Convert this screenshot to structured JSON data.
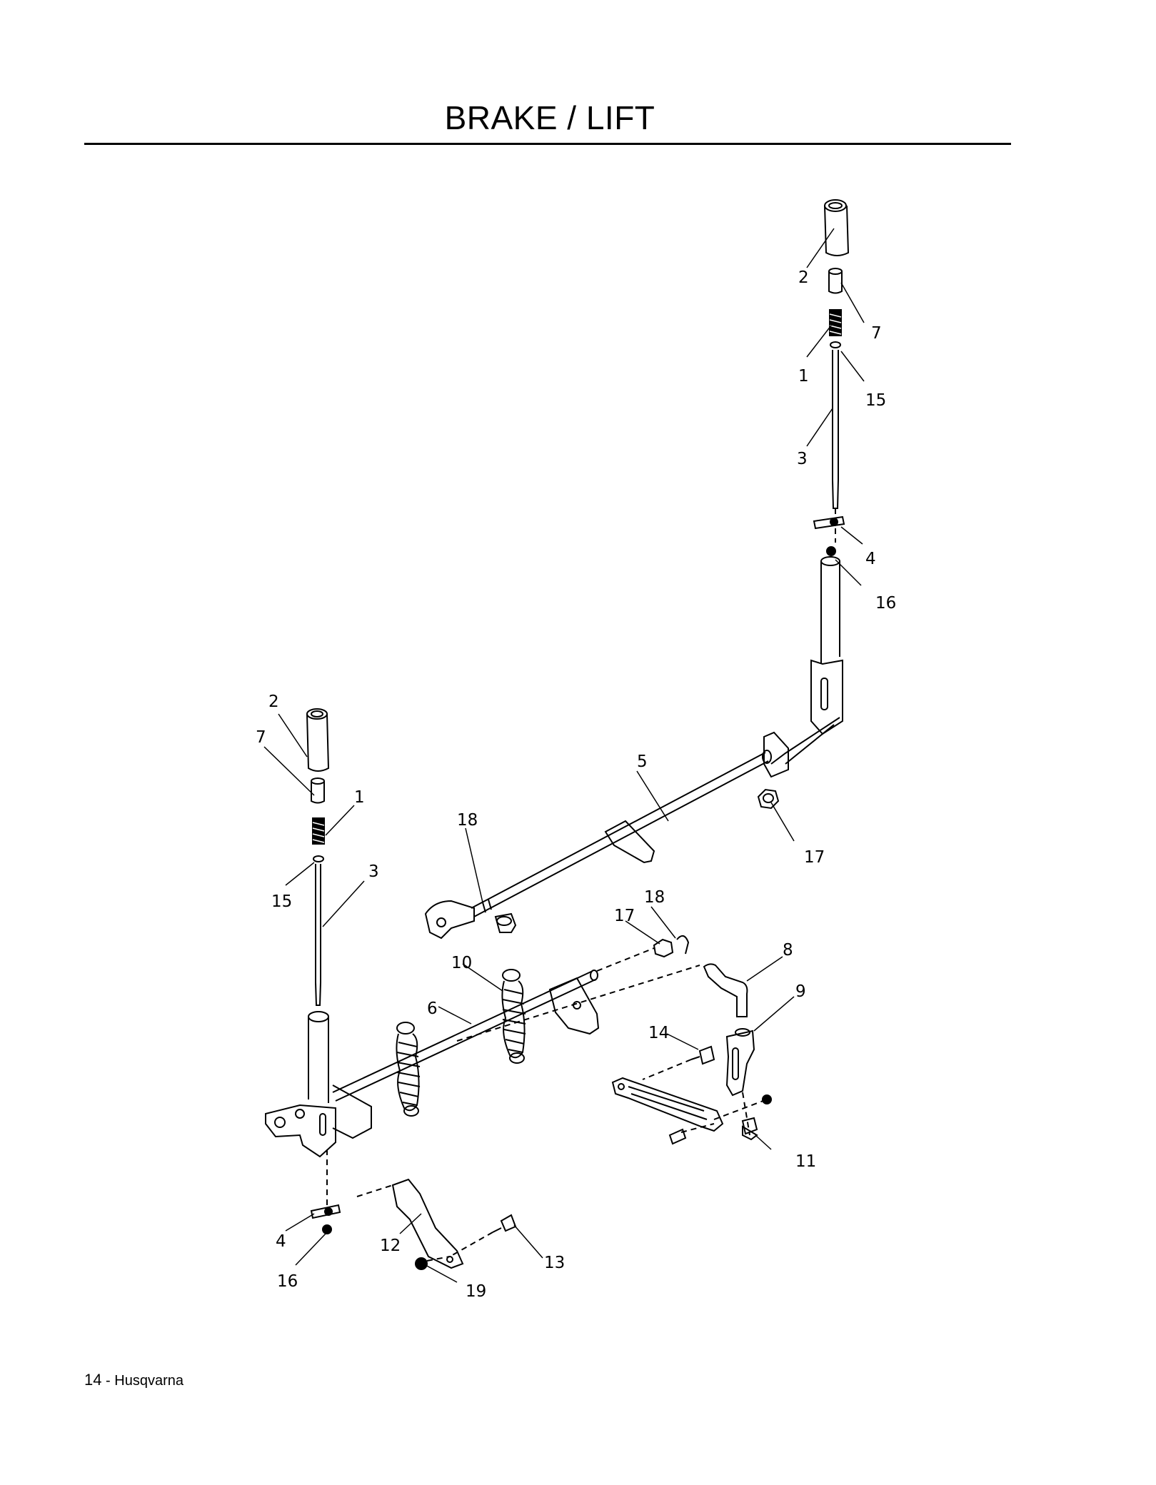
{
  "page": {
    "title": "BRAKE / LIFT",
    "footer": {
      "page_number": "14",
      "separator": " - ",
      "brand": "Husqvarna"
    }
  },
  "callouts": {
    "right_handle": "2",
    "right_bushing": "7",
    "right_spring": "1",
    "right_washer": "15",
    "right_rod": "3",
    "right_pin": "4",
    "right_nut": "16",
    "left_handle": "2",
    "left_bushing": "7",
    "left_spring": "1",
    "left_washer": "15",
    "left_rod": "3",
    "left_pin": "4",
    "left_nut": "16",
    "upper_shaft": "5",
    "upper_bushing": "17",
    "upper_clip": "18",
    "lower_bushing": "17",
    "lower_clip": "18",
    "spring": "10",
    "lower_shaft": "6",
    "link_rod": "8",
    "bracket": "9",
    "bolt": "14",
    "nut": "11",
    "left_arm": "12",
    "shoulder_bolt": "13",
    "flange_nut": "19"
  }
}
